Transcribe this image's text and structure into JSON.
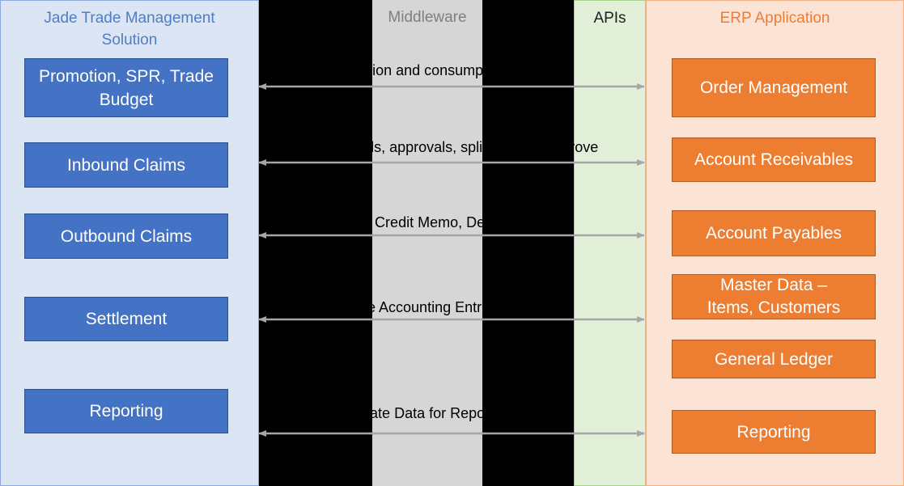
{
  "columns": {
    "jade": "Jade Trade Management Solution",
    "middleware": "Middleware",
    "apis": "APIs",
    "erp": "ERP Application"
  },
  "jade_boxes": [
    "Promotion, SPR, Trade Budget",
    "Inbound Claims",
    "Outbound Claims",
    "Settlement",
    "Reporting"
  ],
  "erp_boxes": [
    "Order Management",
    "Account Receivables",
    "Account Payables",
    "Master Data – Items, Customers",
    "General Ledger",
    "Reporting"
  ],
  "flows": [
    "Budget creation and consumption",
    "Deduction details, approvals, splits, reject, approve",
    "Create Invoice, Credit Memo, Debit memo",
    "Create Accounting Entries",
    "Consolidate Data for Reports"
  ],
  "colors": {
    "jade_bg": "#dbe5f4",
    "middleware_bg": "#d6d6d6",
    "apis_bg": "#e2f0d9",
    "erp_bg": "#fbe3d6",
    "blue_box": "#4472c4",
    "orange_box": "#ed7d31",
    "arrow": "#a6a6a6"
  }
}
